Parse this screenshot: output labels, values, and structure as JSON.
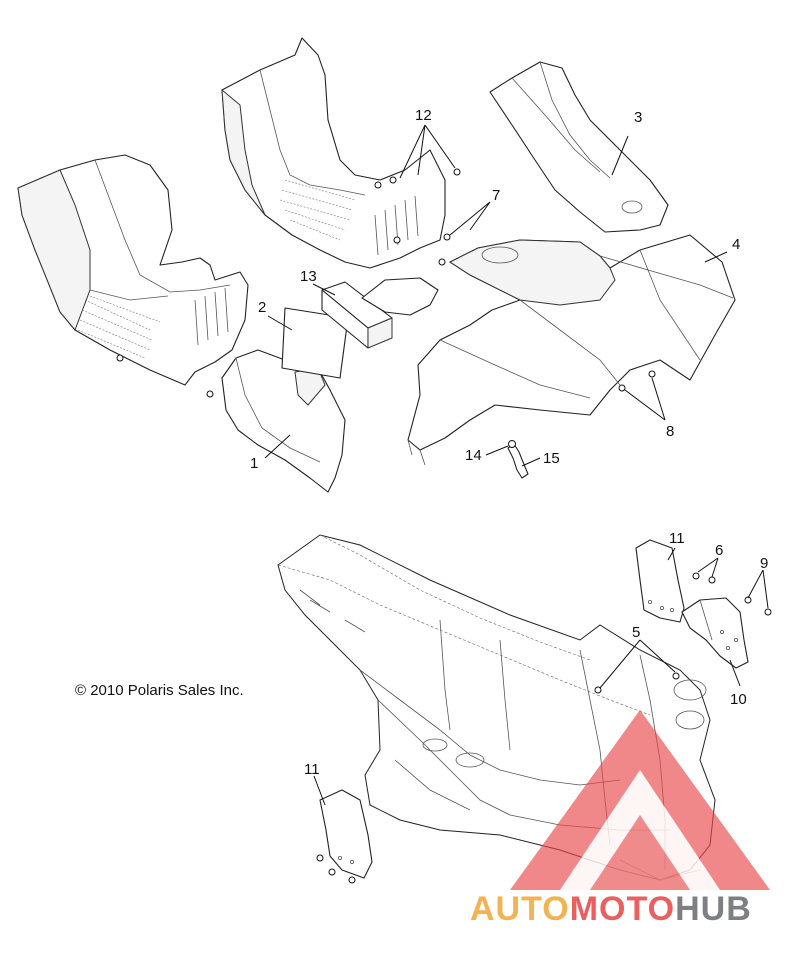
{
  "copyright": "© 2010 Polaris Sales Inc.",
  "callouts": {
    "c1": "1",
    "c2": "2",
    "c3": "3",
    "c4": "4",
    "c5": "5",
    "c6": "6",
    "c7": "7",
    "c8": "8",
    "c9": "9",
    "c10": "10",
    "c11a": "11",
    "c11b": "11",
    "c12": "12",
    "c13": "13",
    "c14": "14",
    "c15": "15"
  },
  "watermark": {
    "part1": "AUTO",
    "part2": "MOTO",
    "part3": "HUB",
    "color_red": "#e8494b",
    "color_orange": "#f2a93b",
    "color_gray": "#6d6e71"
  }
}
